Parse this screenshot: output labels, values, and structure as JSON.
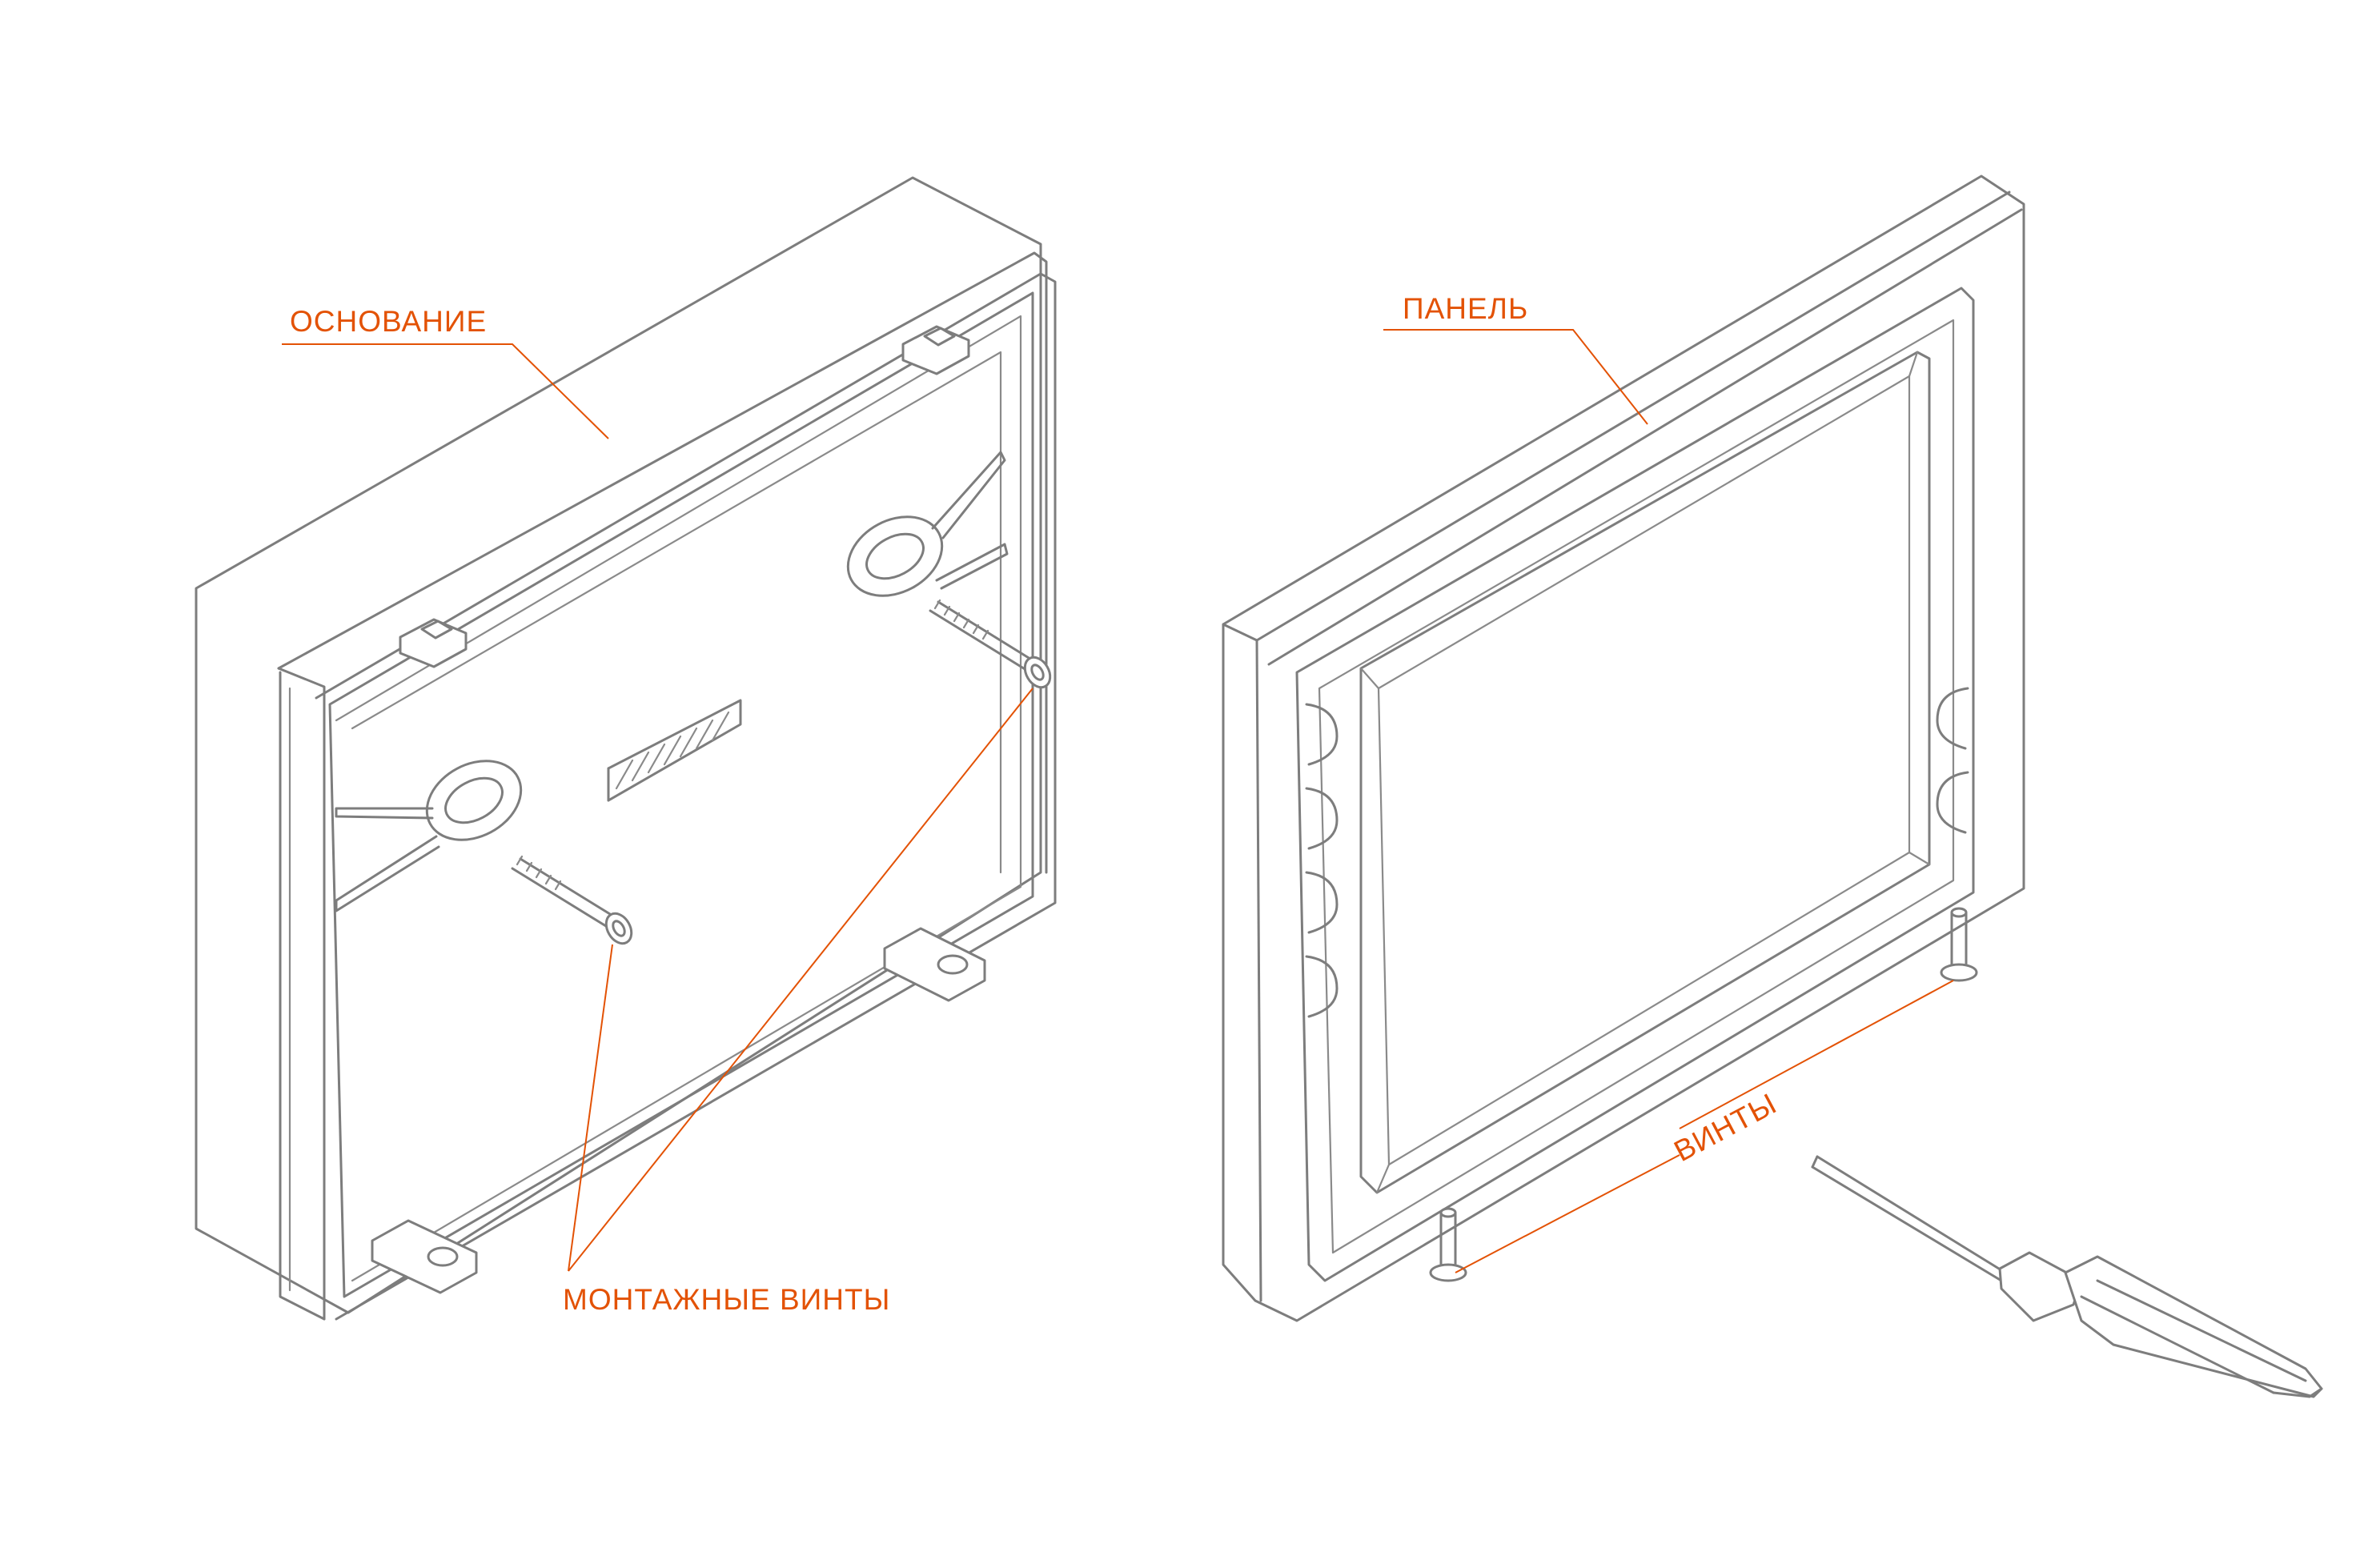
{
  "labels": {
    "base": "ОСНОВАНИЕ",
    "panel": "ПАНЕЛЬ",
    "mounting_screws": "МОНТАЖНЫЕ ВИНТЫ",
    "screws": "ВИНТЫ"
  },
  "colors": {
    "accent": "#e35205",
    "outline": "#7d7d7d",
    "background": "#ffffff"
  }
}
